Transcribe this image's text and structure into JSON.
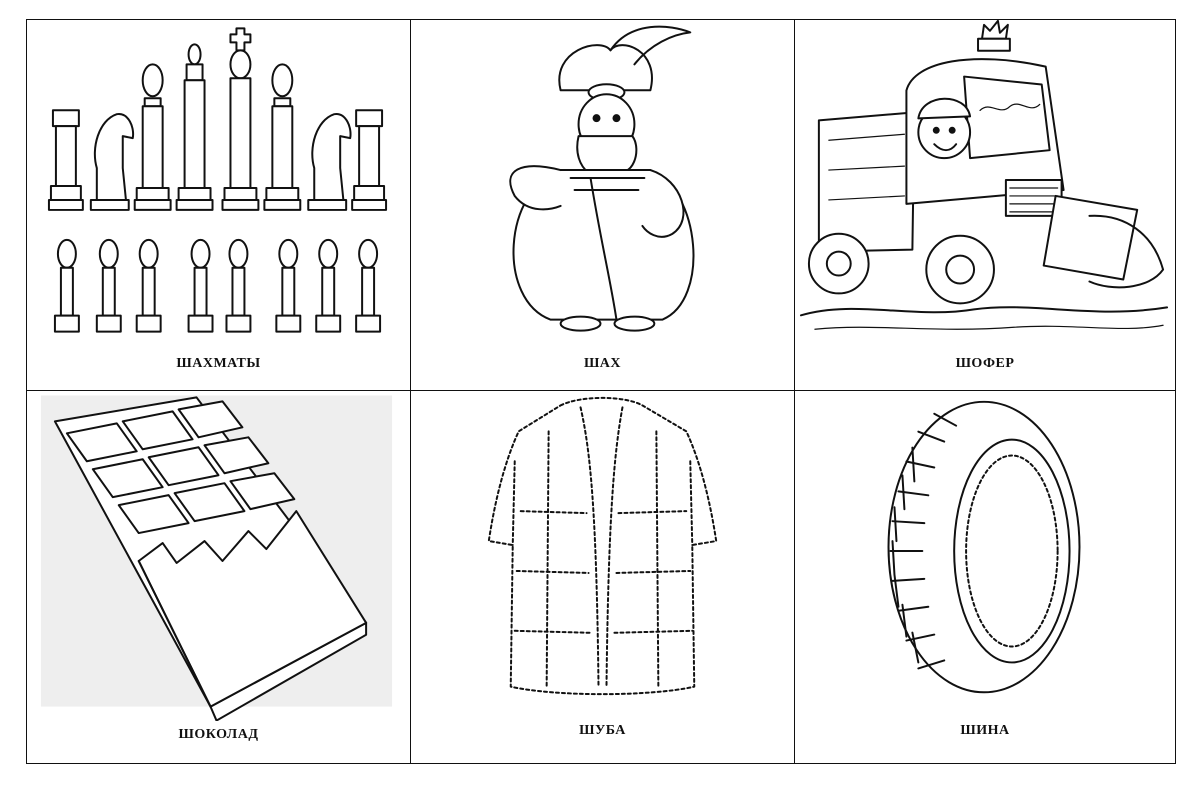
{
  "cards": [
    {
      "caption": "ШАХМАТЫ",
      "icon": "chess-pieces-icon"
    },
    {
      "caption": "ШАХ",
      "icon": "shah-character-icon"
    },
    {
      "caption": "ШОФЕР",
      "icon": "chauffeur-truck-icon"
    },
    {
      "caption": "ШОКОЛАД",
      "icon": "chocolate-bar-icon"
    },
    {
      "caption": "ШУБА",
      "icon": "fur-coat-icon"
    },
    {
      "caption": "ШИНА",
      "icon": "tire-icon"
    }
  ]
}
